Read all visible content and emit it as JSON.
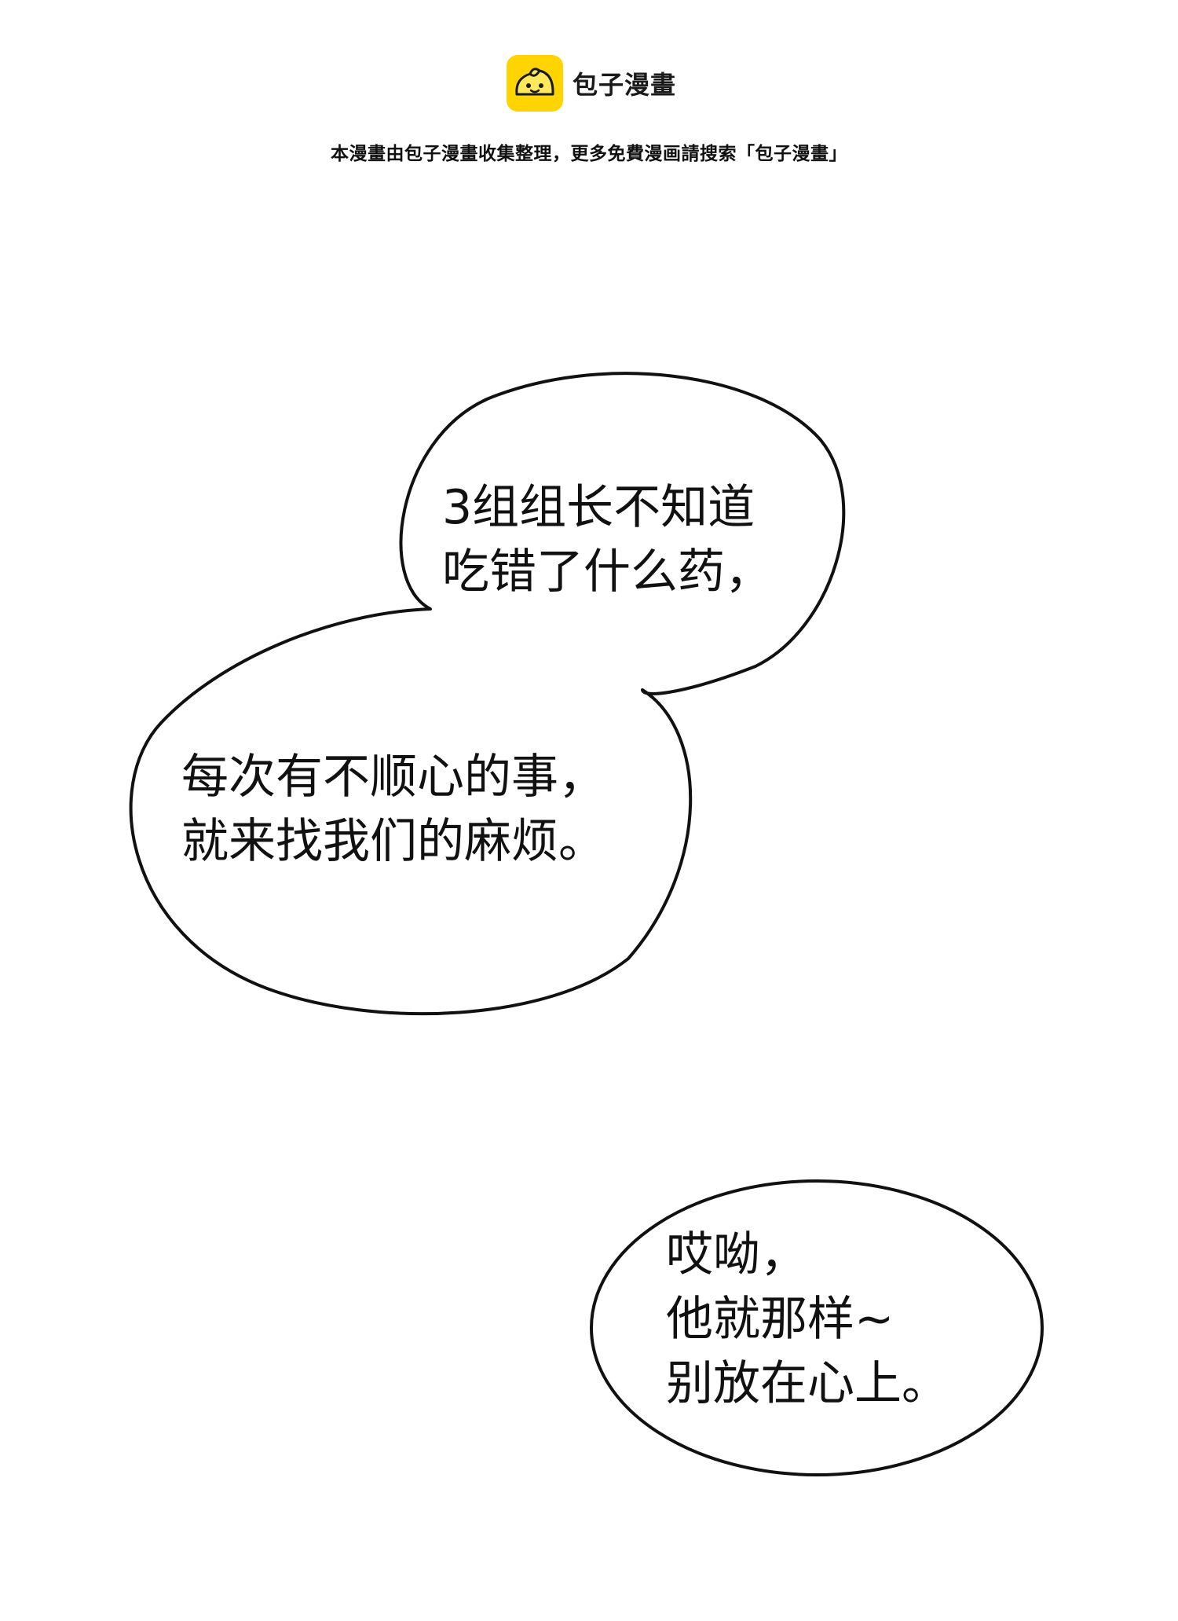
{
  "header": {
    "logo_icon": "steamed-bun-icon",
    "logo_text": "包子漫畫",
    "notice": "本漫畫由包子漫畫收集整理，更多免費漫画請搜索「包子漫畫」",
    "brand_color": "#FFD400"
  },
  "bubbles": [
    {
      "lines": [
        "3组组长不知道",
        "吃错了什么药，"
      ]
    },
    {
      "lines": [
        "每次有不顺心的事，",
        "就来找我们的麻烦。"
      ]
    },
    {
      "lines": [
        "哎呦，",
        "他就那样~",
        "别放在心上。"
      ]
    }
  ]
}
